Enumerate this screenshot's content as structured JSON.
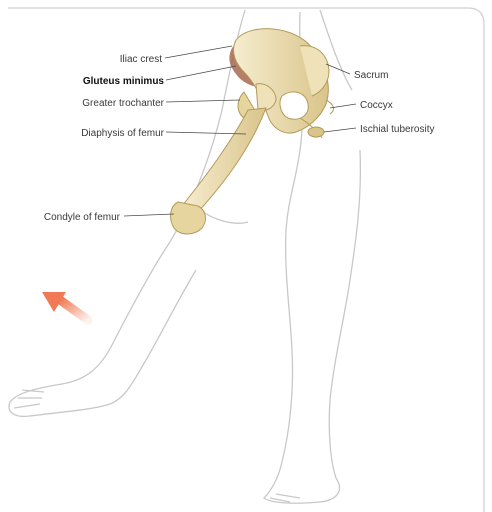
{
  "diagram": {
    "labels": {
      "iliac_crest": "Iliac crest",
      "gluteus_minimus": "Gluteus minimus",
      "greater_trochanter": "Greater trochanter",
      "diaphysis_of_femur": "Diaphysis of femur",
      "condyle_of_femur": "Condyle of femur",
      "sacrum": "Sacrum",
      "coccyx": "Coccyx",
      "ischial_tuberosity": "Ischial tuberosity"
    },
    "colors": {
      "skin_outline": "#c8c8c8",
      "bone_fill": "#efe2b8",
      "bone_shade": "#d9c48a",
      "muscle": "#a8674e",
      "arrow": "#ef7a55",
      "page_frame": "#d0d0d0"
    }
  }
}
